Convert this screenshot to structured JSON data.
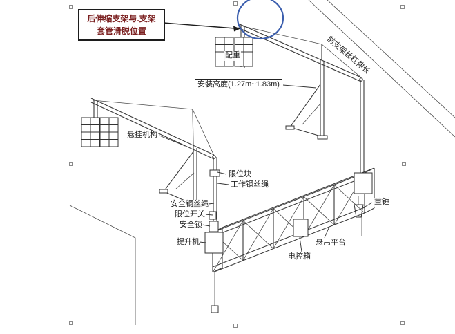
{
  "callout": {
    "line1": "后伸缩支架与.支架",
    "line2": "套管滑脱位置"
  },
  "annotations": {
    "counterweight": "配重",
    "front_bracket_screw": "前支架丝杠伸长",
    "install_height": "安装高度(1.27m~1.83m)",
    "suspension_mechanism": "悬挂机构",
    "limit_block": "限位块",
    "working_rope": "工作钢丝绳",
    "safety_rope": "安全钢丝绳",
    "limit_switch": "限位开关",
    "safety_lock": "安全锁",
    "hoist": "提升机",
    "control_box": "电控箱",
    "suspended_platform": "悬吊平台",
    "plumb_weight": "重锤"
  },
  "colors": {
    "line": "#3a3a3a",
    "callout_text": "#7b2020",
    "highlight_circle": "#3c5fae",
    "label_text": "#1d1d1d"
  }
}
